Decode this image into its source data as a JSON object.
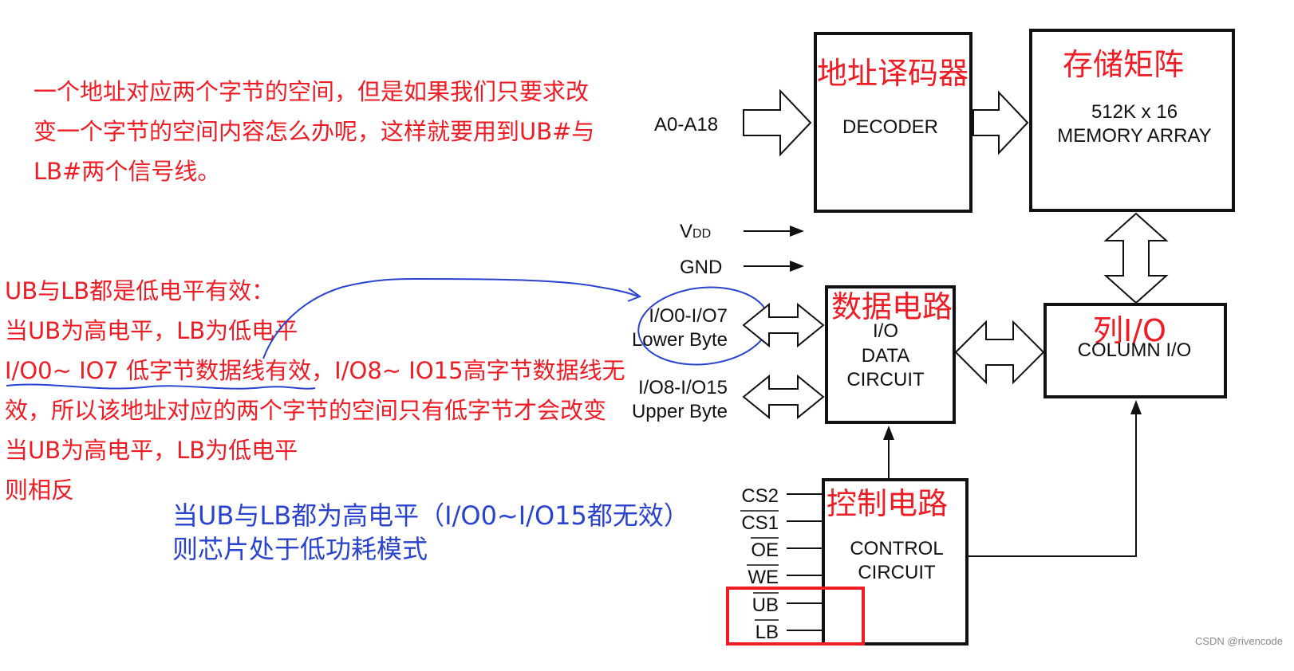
{
  "annotations": {
    "top_note": [
      "一个地址对应两个字节的空间，但是如果我们只要求改",
      "变一个字节的空间内容怎么办呢，这样就要用到UB#与",
      "LB#两个信号线。"
    ],
    "middle_note": [
      "UB与LB都是低电平有效：",
      "当UB为高电平，LB为低电平",
      "I/O0~ IO7 低字节数据线有效，I/O8~ IO15高字节数据线无",
      "效，所以该地址对应的两个字节的空间只有低字节才会改变",
      "当UB为高电平，LB为低电平",
      "则相反"
    ],
    "blue_note": [
      "当UB与LB都为高电平（I/O0~I/O15都无效）",
      "则芯片处于低功耗模式"
    ]
  },
  "diagram": {
    "decoder": {
      "cn": "地址译码器",
      "en": "DECODER"
    },
    "memory": {
      "cn": "存储矩阵",
      "en1": "512K x 16",
      "en2": "MEMORY ARRAY"
    },
    "data_circuit": {
      "cn": "数据电路",
      "en1": "I/O",
      "en2": "DATA",
      "en3": "CIRCUIT"
    },
    "column_io": {
      "cn": "列I/O",
      "en": "COLUMN I/O"
    },
    "control": {
      "cn": "控制电路",
      "en1": "CONTROL",
      "en2": "CIRCUIT"
    },
    "address_label": "A0-A18",
    "vdd_main": "V",
    "vdd_sub": "DD",
    "gnd": "GND",
    "lower_byte_1": "I/O0-I/O7",
    "lower_byte_2": "Lower Byte",
    "upper_byte_1": "I/O8-I/O15",
    "upper_byte_2": "Upper Byte",
    "signals": [
      "CS2",
      "CS1",
      "OE",
      "WE",
      "UB",
      "LB"
    ]
  },
  "watermark": "CSDN @rivencode",
  "colors": {
    "red": "#ee1c25",
    "blue": "#2a43cf",
    "black": "#111111"
  }
}
